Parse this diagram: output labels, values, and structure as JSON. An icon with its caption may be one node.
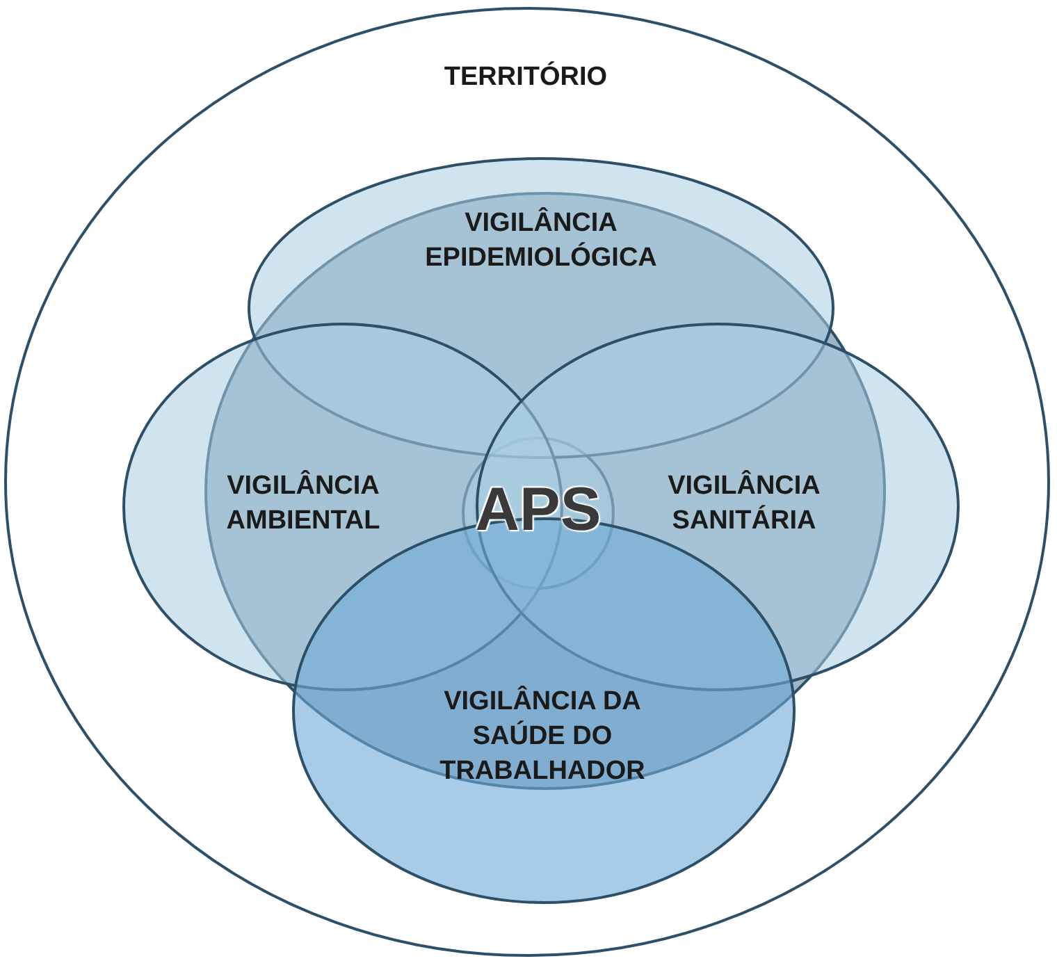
{
  "diagram": {
    "nodes": [
      {
        "text": [
          "TERRITÓRIO"
        ]
      },
      {
        "text": [],
        "shape": "circle",
        "in": 0
      },
      {
        "text": [
          "VIGILÂNCIA EPIDEMIOLÓGICA"
        ],
        "in": 0
      },
      {
        "text": [
          "VIGILÂNCIA AMBIENTAL"
        ],
        "in": 0
      },
      {
        "text": [
          "APS"
        ],
        "in": 1
      },
      {
        "text": [
          "VIGILÂNCIA SANITÁRIA"
        ],
        "in": 0
      },
      {
        "text": [
          "VIGILÂNCIA DA SAÚDE DO TRABALHADOR"
        ],
        "in": 0
      }
    ]
  }
}
